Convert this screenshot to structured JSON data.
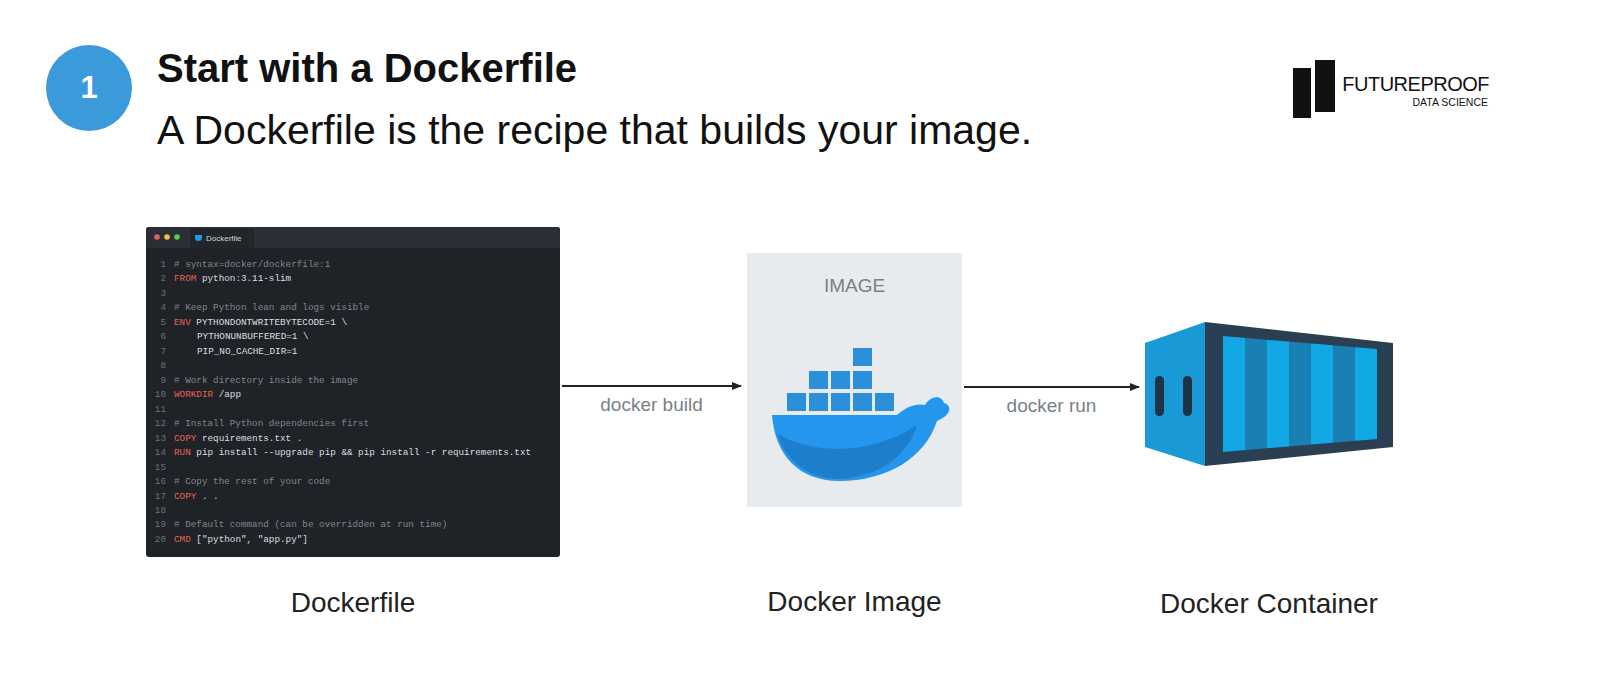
{
  "diagram": {
    "title": "Start with a Dockerfile",
    "nodes": [
      {
        "text": [
          "1"
        ]
      },
      {
        "text": [
          "Dockerfile",
          "# syntax=docker/dockerfile:1",
          "FROM python:3.11-slim",
          "# Keep Python lean and logs visible",
          "ENV PYTHONDONTWRITEBYTECODE=1 \\",
          "PYTHONUNBUFFERED=1 \\",
          "PIP_NO_CACHE_DIR=1",
          "# Work directory inside the image",
          "WORKDIR /app",
          "# Install Python dependencies first",
          "COPY requirements.txt .",
          "RUN pip install --upgrade pip && pip install -r requirements.txt",
          "# Copy the rest of your code",
          "COPY . .",
          "# Default command (can be overridden at run time)",
          "CMD [\"python\", \"app.py\"]",
          "Dockerfile"
        ]
      },
      {
        "text": [
          "IMAGE",
          "Docker Image"
        ]
      },
      {
        "text": [
          "Docker Container"
        ]
      }
    ],
    "edges": [
      {
        "from": 1,
        "to": 2,
        "label": "docker build",
        "arrow": "to"
      },
      {
        "from": 2,
        "to": 3,
        "label": "docker run",
        "arrow": "to"
      }
    ],
    "labels": [
      "A Dockerfile is the recipe that builds your image.",
      "FUTUREPROOF",
      "DATA SCIENCE",
      "1",
      "2",
      "3",
      "4",
      "5",
      "6",
      "7",
      "8",
      "9",
      "10",
      "11",
      "12",
      "13",
      "14",
      "15",
      "16",
      "17",
      "18",
      "19",
      "20"
    ]
  }
}
